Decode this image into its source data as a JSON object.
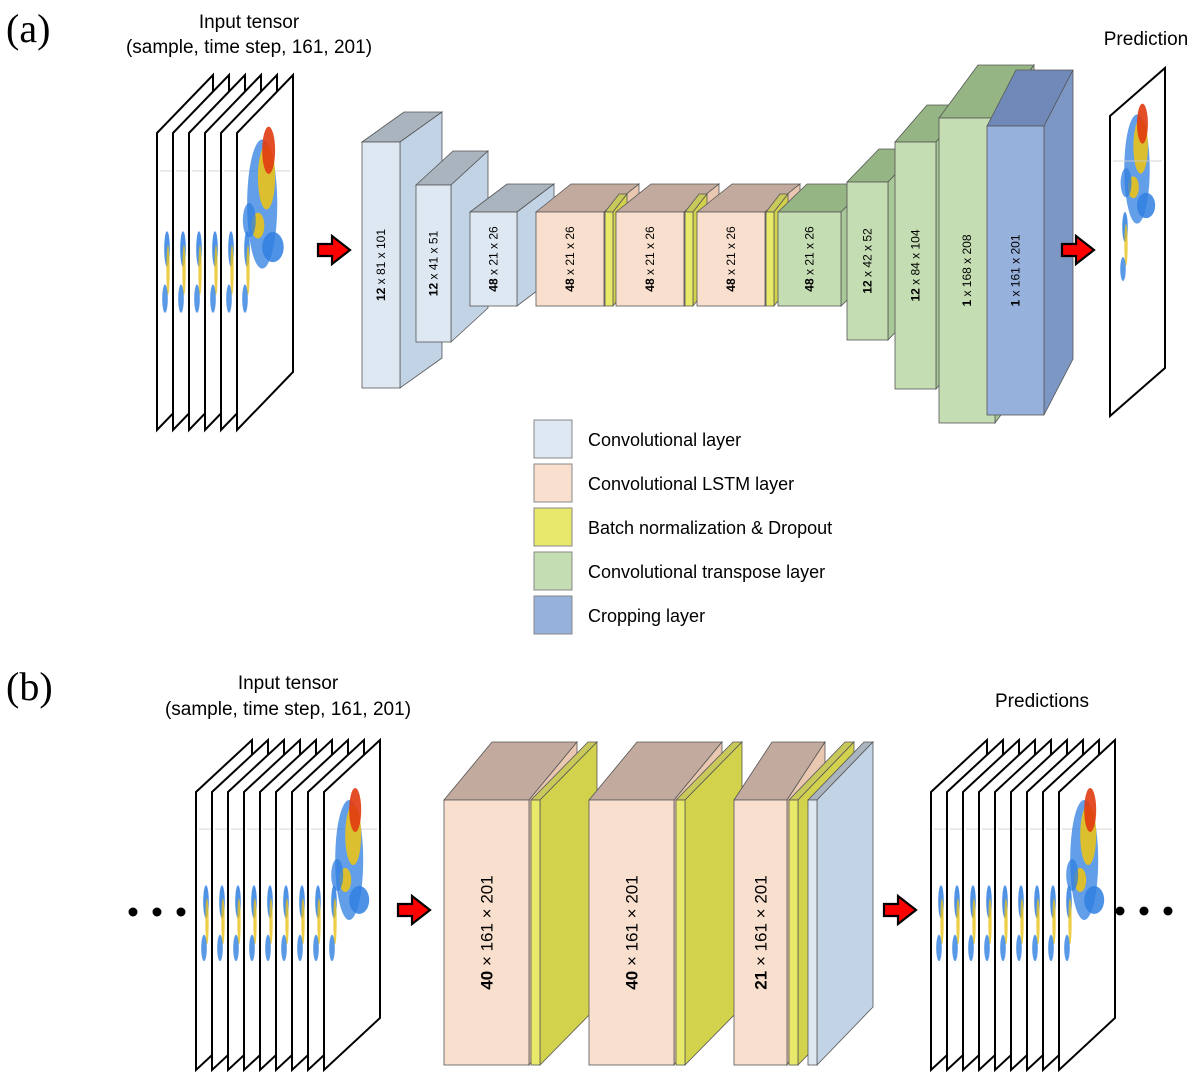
{
  "panel_a": {
    "label": "(a)",
    "input_title": "Input tensor",
    "input_subtitle": "(sample, time step, 161, 201)",
    "output_title": "Prediction",
    "layers": [
      {
        "kind": "conv",
        "bold": "12",
        "rest": " x 81 x 101"
      },
      {
        "kind": "conv",
        "bold": "12",
        "rest": " x 41 x 51"
      },
      {
        "kind": "conv",
        "bold": "48",
        "rest": " x 21 x 26"
      },
      {
        "kind": "lstm",
        "bold": "48",
        "rest": " x 21 x 26"
      },
      {
        "kind": "bn"
      },
      {
        "kind": "lstm",
        "bold": "48",
        "rest": " x 21 x 26"
      },
      {
        "kind": "bn"
      },
      {
        "kind": "lstm",
        "bold": "48",
        "rest": " x 21 x 26"
      },
      {
        "kind": "bn"
      },
      {
        "kind": "tconv",
        "bold": "48",
        "rest": " x 21 x 26"
      },
      {
        "kind": "tconv",
        "bold": "12",
        "rest": " x 42 x 52"
      },
      {
        "kind": "tconv",
        "bold": "12",
        "rest": " x 84 x 104"
      },
      {
        "kind": "tconv",
        "bold": "1",
        "rest": " x 168 x 208"
      },
      {
        "kind": "crop",
        "bold": "1",
        "rest": " x 161 x 201"
      }
    ]
  },
  "legend": [
    {
      "kind": "conv",
      "label": "Convolutional layer"
    },
    {
      "kind": "lstm",
      "label": "Convolutional LSTM layer"
    },
    {
      "kind": "bn",
      "label": "Batch normalization & Dropout"
    },
    {
      "kind": "tconv",
      "label": "Convolutional transpose layer"
    },
    {
      "kind": "crop",
      "label": "Cropping layer"
    }
  ],
  "panel_b": {
    "label": "(b)",
    "input_title": "Input tensor",
    "input_subtitle": "(sample, time step, 161, 201)",
    "output_title": "Predictions",
    "layers": [
      {
        "kind": "lstm",
        "bold": "40",
        "rest": " × 161 × 201"
      },
      {
        "kind": "bn"
      },
      {
        "kind": "lstm",
        "bold": "40",
        "rest": " × 161 × 201"
      },
      {
        "kind": "bn"
      },
      {
        "kind": "lstm",
        "bold": "21",
        "rest": " × 161 × 201"
      },
      {
        "kind": "bn"
      },
      {
        "kind": "conv"
      }
    ]
  },
  "colors": {
    "conv": {
      "front": "#dee8f3",
      "side": "#c2d3e5",
      "top": "#a9b4be"
    },
    "lstm": {
      "front": "#f9dfcd",
      "side": "#e9c7b1",
      "top": "#c2aa9e"
    },
    "bn": {
      "front": "#e8e86b",
      "side": "#d3d24d",
      "top": "#c9c85a"
    },
    "tconv": {
      "front": "#c4ddb3",
      "side": "#a9c897",
      "top": "#96b585"
    },
    "crop": {
      "front": "#97b1dd",
      "side": "#7d97c5",
      "top": "#7189b8"
    },
    "arrow": "#ff0000",
    "heat_blue": "#2f7fe0",
    "heat_yellow": "#e8c21a",
    "heat_red": "#e03a10"
  }
}
